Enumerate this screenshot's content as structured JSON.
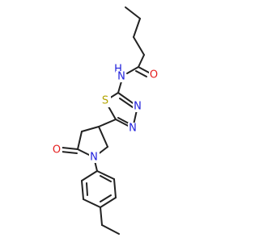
{
  "colors": {
    "bond": "#222222",
    "nitrogen": "#1f1fdc",
    "oxygen": "#e51f1f",
    "sulfur": "#b3a400"
  },
  "atoms": {
    "amide_oxygen": "O",
    "amide_nh": "H",
    "amide_nitrogen": "N",
    "thiadiazole_sulfur": "S",
    "thiadiazole_n3": "N",
    "thiadiazole_n4": "N",
    "lactam_oxygen": "O",
    "pyrrolidinone_nitrogen": "N"
  }
}
